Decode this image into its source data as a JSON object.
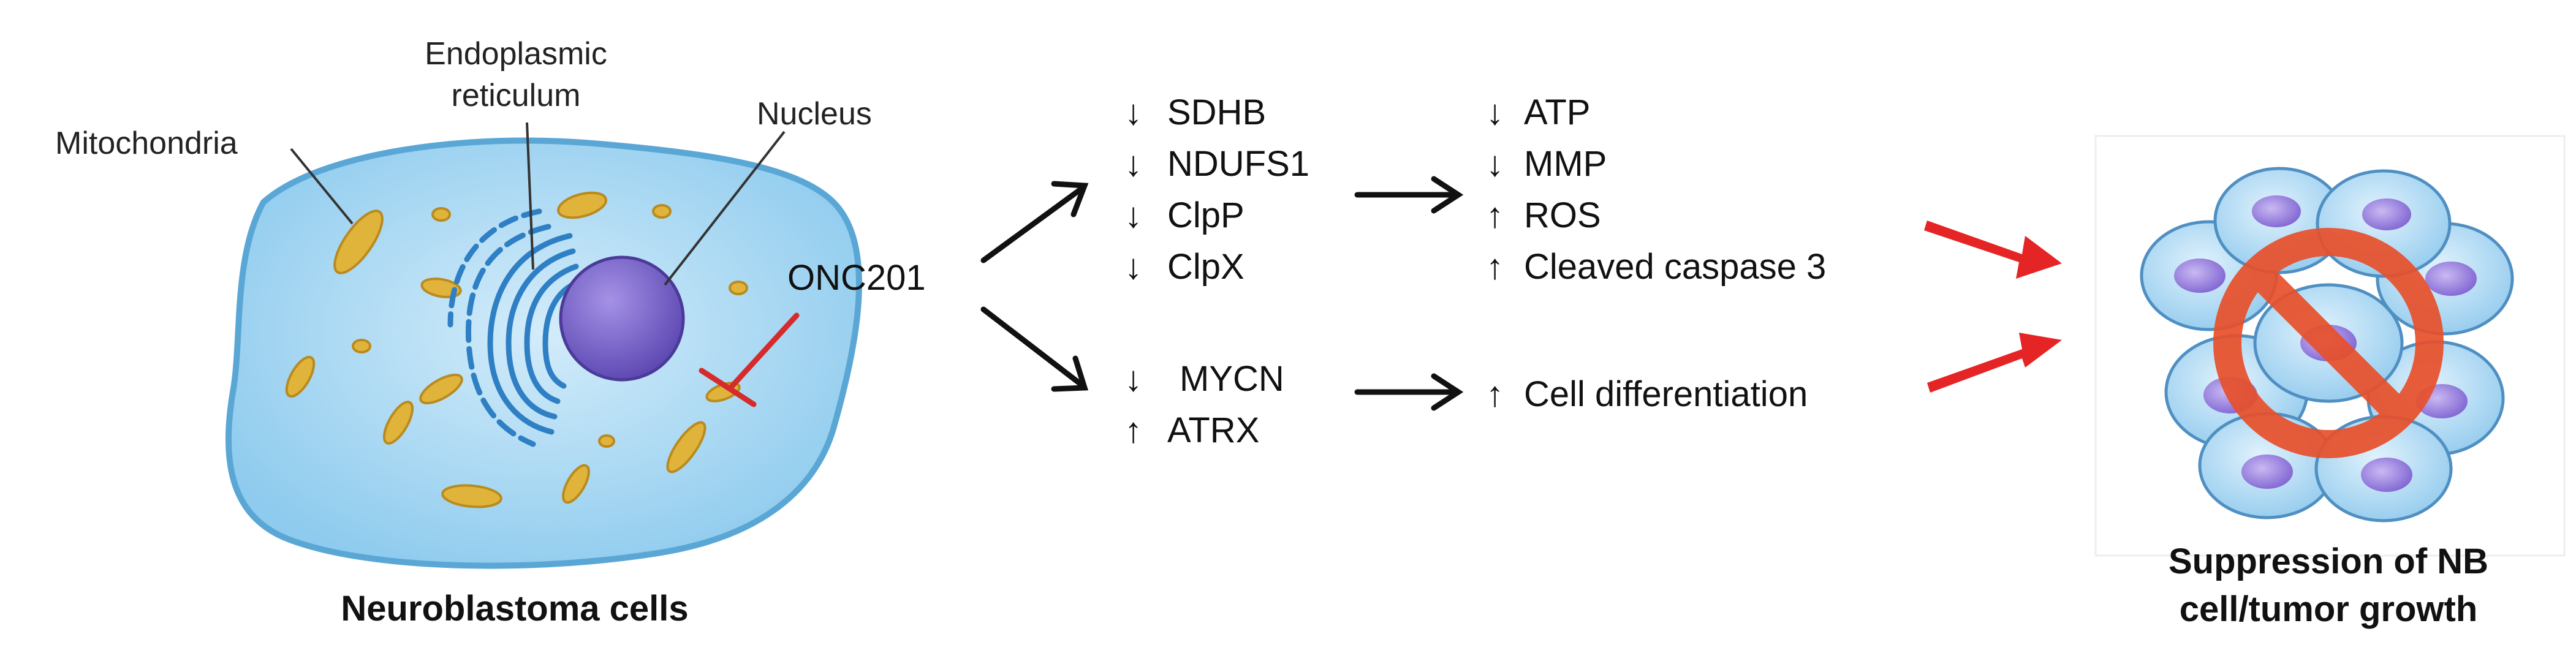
{
  "cell": {
    "labels": {
      "mitochondria": "Mitochondria",
      "er_line1": "Endoplasmic",
      "er_line2": "reticulum",
      "nucleus": "Nucleus"
    },
    "caption": "Neuroblastoma cells"
  },
  "drug": "ONC201",
  "pathway_top": {
    "targets": [
      {
        "dir": "↓",
        "label": "SDHB"
      },
      {
        "dir": "↓",
        "label": "NDUFS1"
      },
      {
        "dir": "↓",
        "label": "ClpP"
      },
      {
        "dir": "↓",
        "label": "ClpX"
      }
    ],
    "effects": [
      {
        "dir": "↓",
        "label": "ATP"
      },
      {
        "dir": "↓",
        "label": "MMP"
      },
      {
        "dir": "↑",
        "label": "ROS"
      },
      {
        "dir": "↑",
        "label": "Cleaved caspase 3"
      }
    ]
  },
  "pathway_bottom": {
    "targets": [
      {
        "dir": "↓",
        "label": "MYCN"
      },
      {
        "dir": "↑",
        "label": "ATRX"
      }
    ],
    "effects": [
      {
        "dir": "↑",
        "label": "Cell differentiation"
      }
    ]
  },
  "outcome": {
    "caption_line1": "Suppression of NB",
    "caption_line2": "cell/tumor growth"
  },
  "colors": {
    "cell_fill": "#a9d8f2",
    "cell_border": "#5aa7d6",
    "nucleus": "#7a62c9",
    "er": "#2f7fc4",
    "mito": "#e0b43a",
    "inhibit": "#d62b2b",
    "arrow": "#111111",
    "red_arrow": "#e52525",
    "prohibit": "#e8502b"
  }
}
